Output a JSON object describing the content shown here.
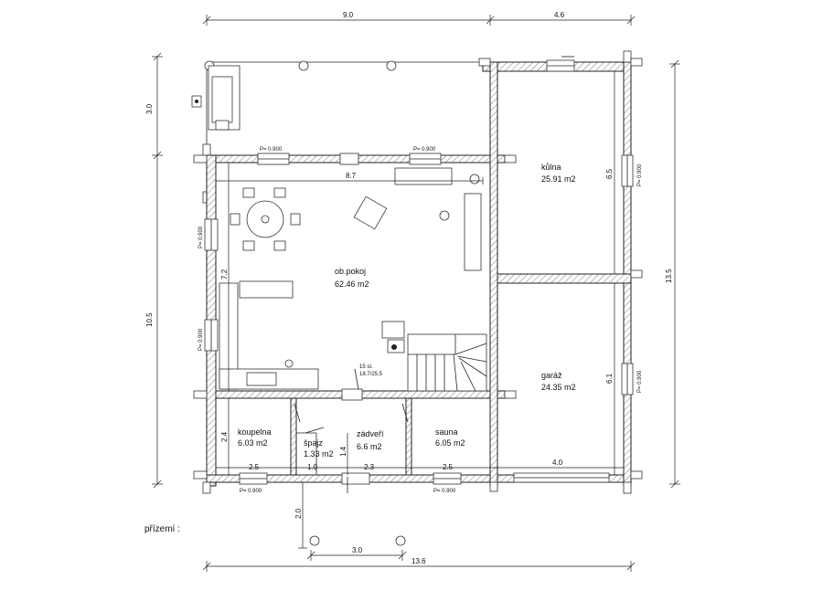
{
  "dimensions": {
    "top_left": "9.0",
    "top_right": "4.6",
    "left_top": "3.0",
    "left_bottom": "10.5",
    "right_total": "13.5",
    "bottom_total": "13.6",
    "entrance_width": "3.0",
    "entrance_depth": "2.0",
    "living_width": "8.7",
    "living_depth": "7.2",
    "workshop_depth": "6.5",
    "garage_depth": "6.1",
    "garage_width": "4.0",
    "small_rooms_depth": "2.4",
    "pantry_depth": "1.4",
    "bathroom_width": "2.5",
    "pantry_width": "1.0",
    "hall_width": "2.3",
    "sauna_width": "2.5"
  },
  "rooms": [
    {
      "id": "living",
      "name": "ob.pokoj",
      "area": "62.46 m2"
    },
    {
      "id": "workshop",
      "name": "kůlna",
      "area": "25.91 m2"
    },
    {
      "id": "garage",
      "name": "garáž",
      "area": "24.35 m2"
    },
    {
      "id": "bathroom",
      "name": "koupelna",
      "area": "6.03 m2"
    },
    {
      "id": "pantry",
      "name": "špajz",
      "area": "1.33 m2"
    },
    {
      "id": "hall",
      "name": "zádveří",
      "area": "6.6 m2"
    },
    {
      "id": "sauna",
      "name": "sauna",
      "area": "6.05 m2"
    }
  ],
  "windows": {
    "terrace_left": "P= 0.900",
    "terrace_right": "P= 0.900",
    "living_left_upper": "P= 0.900",
    "living_left_lower": "P= 0.900",
    "workshop_right": "P= 0.900",
    "garage_right": "P= 0.900",
    "bathroom_bottom": "P= 0.900",
    "sauna_bottom": "P= 0.900"
  },
  "stairs": {
    "steps": "15 st.",
    "ratio": "18.7/25.5"
  },
  "floor_label": "přízemí :"
}
